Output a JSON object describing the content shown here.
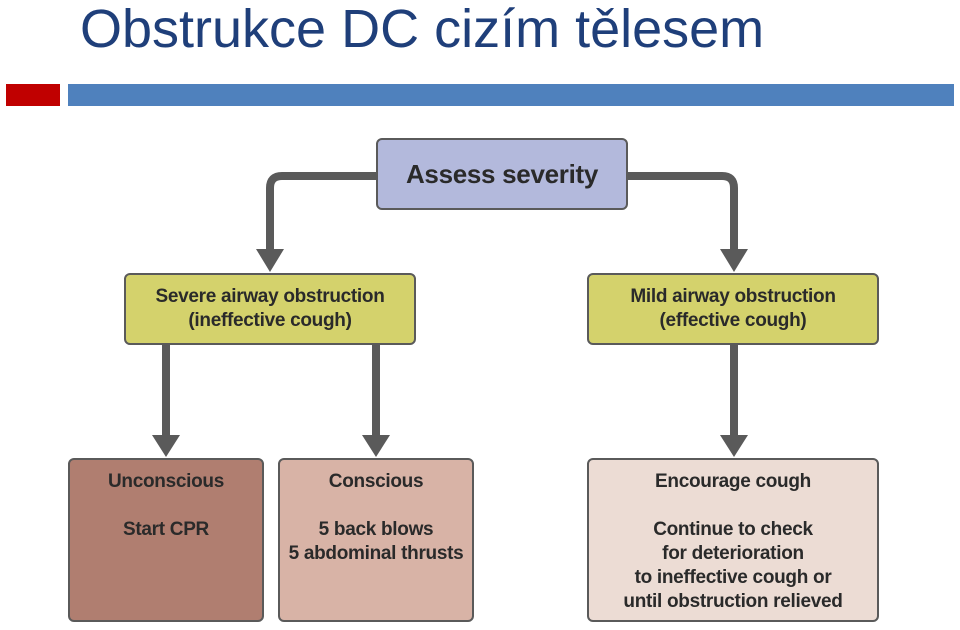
{
  "slide": {
    "title": "Obstrukce DC cizím tělesem",
    "accent_red": "#c00000",
    "accent_blue": "#4f81bd"
  },
  "diagram": {
    "assess": "Assess severity",
    "severe": {
      "line1": "Severe airway obstruction",
      "line2": "(ineffective cough)"
    },
    "mild": {
      "line1": "Mild airway obstruction",
      "line2": "(effective cough)"
    },
    "unconscious": {
      "heading": "Unconscious",
      "action": "Start CPR"
    },
    "conscious": {
      "heading": "Conscious",
      "action1": "5 back blows",
      "action2": "5 abdominal thrusts"
    },
    "encourage": {
      "heading": "Encourage cough",
      "line1": "Continue to check",
      "line2": "for deterioration",
      "line3": "to ineffective cough or",
      "line4": "until obstruction relieved"
    },
    "colors": {
      "assess": "#b3b9dc",
      "obstruction": "#d4d26c",
      "unconscious": "#b07e70",
      "conscious": "#d8b3a6",
      "encourage": "#ecdcd4",
      "connector": "#5a5a5a"
    }
  }
}
